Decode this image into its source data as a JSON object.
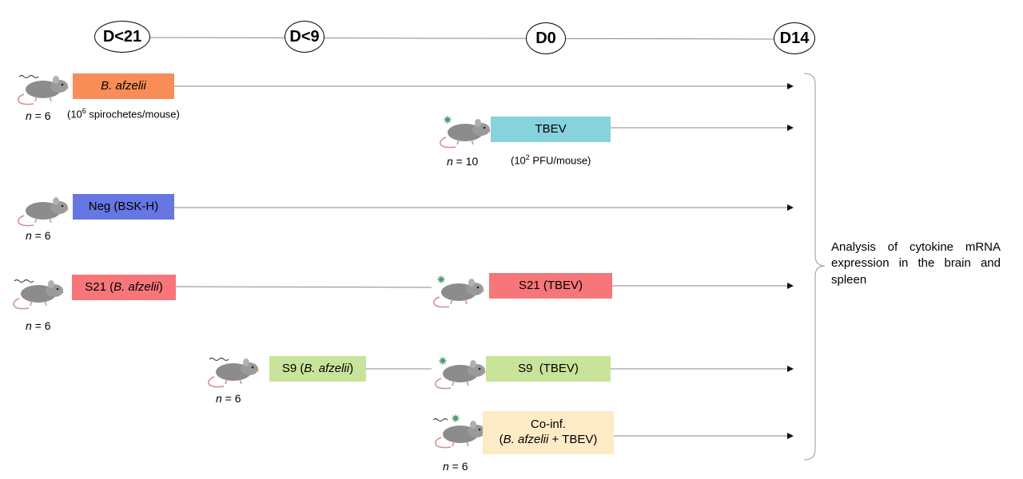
{
  "timeline": {
    "d21": "D<21",
    "d9": "D<9",
    "d0": "D0",
    "d14": "D14"
  },
  "groups": {
    "bafzelii": {
      "label_italic": "B. afzelii",
      "dose_prefix": "(10",
      "dose_exp": "6",
      "dose_suffix": " spirochetes/mouse)",
      "n_italic": "n",
      "n_value": " = 6"
    },
    "tbev": {
      "label": "TBEV",
      "dose_prefix": "(10",
      "dose_exp": "2",
      "dose_suffix": " PFU/mouse)",
      "n_italic": "n",
      "n_value": " = 10"
    },
    "neg": {
      "label": "Neg (BSK-H)",
      "n_italic": "n",
      "n_value": " = 6"
    },
    "s21": {
      "label_prefix": "S21 (",
      "label_italic": "B. afzelii",
      "label_suffix": ")",
      "label_tbev": "S21 (TBEV)",
      "n_italic": "n",
      "n_value": " = 6"
    },
    "s9": {
      "label_prefix": "S9 (",
      "label_italic": "B. afzelii",
      "label_suffix": ")",
      "label_tbev": "S9  (TBEV)",
      "n_italic": "n",
      "n_value": " = 6"
    },
    "coinf": {
      "line1": "Co-inf.",
      "line2_prefix": "(",
      "line2_italic": "B. afzelii",
      "line2_suffix": " + TBEV)",
      "n_italic": "n",
      "n_value": " = 6"
    }
  },
  "analysis": "Analysis of cytokine mRNA expression in the brain and spleen",
  "colors": {
    "bafzelii": "#f98d57",
    "tbev": "#86d2dd",
    "neg": "#6676e3",
    "s21": "#f67679",
    "s9": "#c8e49a",
    "coinf": "#fdebc5",
    "mouse_body": "#8c8c8c",
    "tail": "#d38d8d",
    "virus": "#4f9a6b"
  },
  "icons": [
    "mouse-icon",
    "spirochete-icon",
    "virus-icon"
  ]
}
